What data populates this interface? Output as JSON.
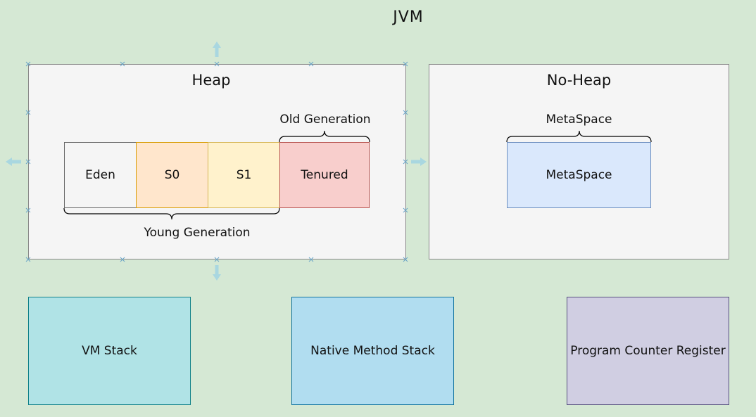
{
  "title": "JVM",
  "heap": {
    "title": "Heap",
    "segments": [
      {
        "label": "Eden",
        "fill": "#f5f5f5",
        "stroke": "#666666"
      },
      {
        "label": "S0",
        "fill": "#ffe6cc",
        "stroke": "#d79b00"
      },
      {
        "label": "S1",
        "fill": "#fff2cc",
        "stroke": "#d6b656"
      },
      {
        "label": "Tenured",
        "fill": "#f8cecc",
        "stroke": "#b85450"
      }
    ],
    "old_generation_label": "Old Generation",
    "young_generation_label": "Young Generation"
  },
  "no_heap": {
    "title": "No-Heap",
    "metaspace_label": "MetaSpace",
    "metaspace_box": "MetaSpace",
    "metaspace_fill": "#dae8fc",
    "metaspace_stroke": "#6c8ebf"
  },
  "bottom_boxes": [
    {
      "label": "VM Stack",
      "fill": "#b0e3e6",
      "stroke": "#0e8088"
    },
    {
      "label": "Native Method Stack",
      "fill": "#b1ddf0",
      "stroke": "#10739e"
    },
    {
      "label": "Program Counter Register",
      "fill": "#d0cee2",
      "stroke": "#56517e"
    }
  ]
}
